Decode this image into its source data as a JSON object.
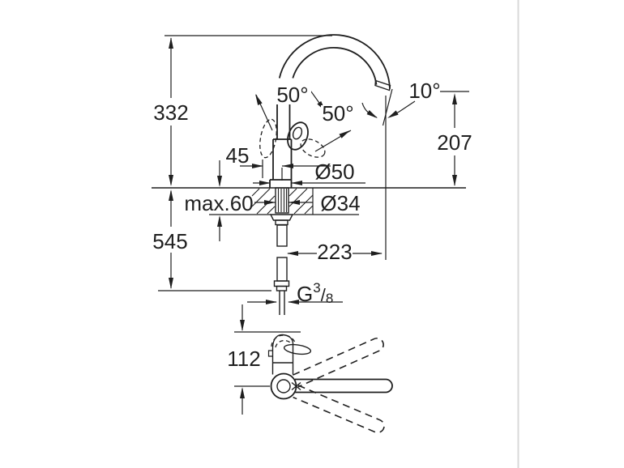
{
  "side_view": {
    "dim_height_above_deck": "332",
    "dim_total_height": "545",
    "dim_handle_offset": "45",
    "dim_max_deck_thickness": "max.60",
    "dim_base_diameter": "Ø50",
    "dim_hole_diameter": "Ø34",
    "dim_spout_reach": "223",
    "dim_outlet_height": "207",
    "angle_handle_back": "50°",
    "angle_handle_front": "50°",
    "angle_outlet": "10°",
    "thread": {
      "g": "G",
      "numerator": "3",
      "slash": "/",
      "denominator": "8"
    }
  },
  "plan_view": {
    "dim_front_depth": "112"
  },
  "colors": {
    "line": "#1f1f1f",
    "page_edge": "#d9d9d9",
    "background": "#ffffff"
  }
}
